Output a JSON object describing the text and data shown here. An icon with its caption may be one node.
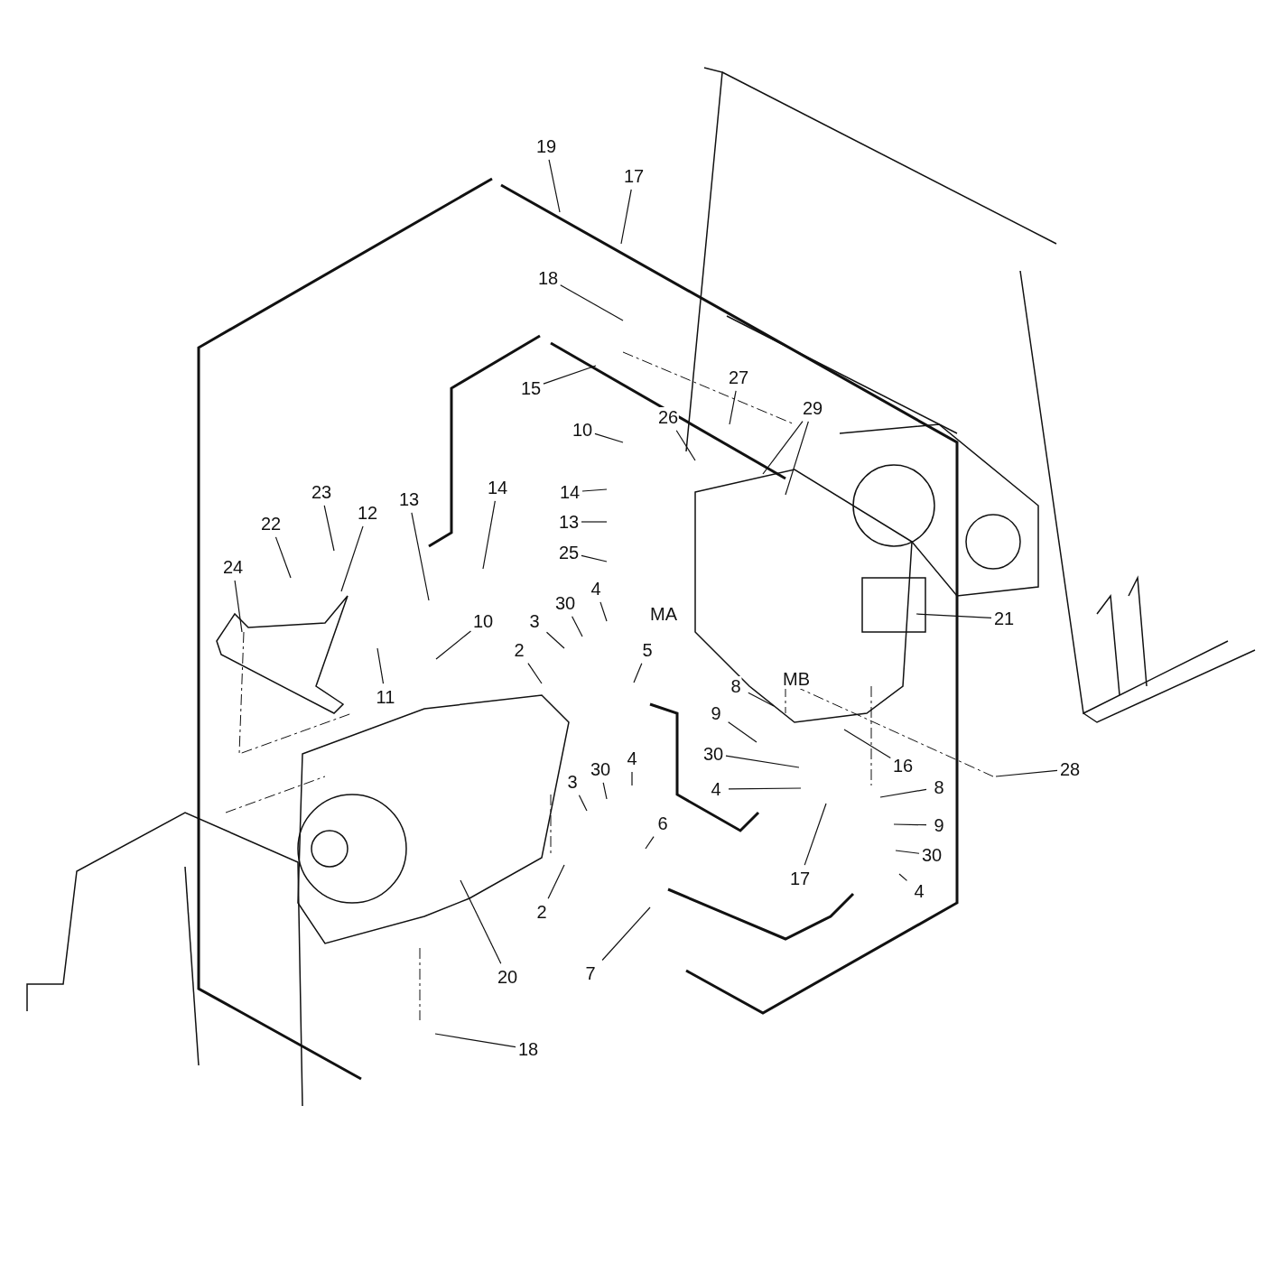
{
  "diagram": {
    "nodes": [
      {
        "text": [
          "19"
        ]
      },
      {
        "text": [
          "17"
        ]
      },
      {
        "text": [
          "18"
        ]
      },
      {
        "text": [
          "15"
        ]
      },
      {
        "text": [
          "10"
        ]
      },
      {
        "text": [
          "26"
        ]
      },
      {
        "text": [
          "27"
        ]
      },
      {
        "text": [
          "29"
        ]
      },
      {
        "text": [
          "23"
        ]
      },
      {
        "text": [
          "22"
        ]
      },
      {
        "text": [
          "12"
        ]
      },
      {
        "text": [
          "13"
        ]
      },
      {
        "text": [
          "14"
        ]
      },
      {
        "text": [
          "24"
        ]
      },
      {
        "text": [
          "14"
        ]
      },
      {
        "text": [
          "13"
        ]
      },
      {
        "text": [
          "25"
        ]
      },
      {
        "text": [
          "30"
        ]
      },
      {
        "text": [
          "4"
        ]
      },
      {
        "text": [
          "3"
        ]
      },
      {
        "text": [
          "2"
        ]
      },
      {
        "text": [
          "5"
        ]
      },
      {
        "text": [
          "10"
        ]
      },
      {
        "text": [
          "11"
        ]
      },
      {
        "text": [
          "21"
        ]
      },
      {
        "text": [
          "8"
        ]
      },
      {
        "text": [
          "9"
        ]
      },
      {
        "text": [
          "30"
        ]
      },
      {
        "text": [
          "4"
        ]
      },
      {
        "text": [
          "16"
        ]
      },
      {
        "text": [
          "17"
        ]
      },
      {
        "text": [
          "8"
        ]
      },
      {
        "text": [
          "9"
        ]
      },
      {
        "text": [
          "30"
        ]
      },
      {
        "text": [
          "4"
        ]
      },
      {
        "text": [
          "28"
        ]
      },
      {
        "text": [
          "30"
        ]
      },
      {
        "text": [
          "4"
        ]
      },
      {
        "text": [
          "3"
        ]
      },
      {
        "text": [
          "6"
        ]
      },
      {
        "text": [
          "2"
        ]
      },
      {
        "text": [
          "20"
        ]
      },
      {
        "text": [
          "7"
        ]
      },
      {
        "text": [
          "18"
        ]
      }
    ],
    "edges": [
      {
        "from": 0,
        "to": null,
        "arrow": "none"
      },
      {
        "from": 1,
        "to": null,
        "arrow": "none"
      },
      {
        "from": 2,
        "to": null,
        "arrow": "none"
      },
      {
        "from": 3,
        "to": null,
        "arrow": "none"
      },
      {
        "from": 4,
        "to": null,
        "arrow": "none"
      },
      {
        "from": 5,
        "to": null,
        "arrow": "none"
      },
      {
        "from": 6,
        "to": null,
        "arrow": "none"
      },
      {
        "from": 7,
        "to": null,
        "arrow": "none"
      },
      {
        "from": 7,
        "to": null,
        "arrow": "none"
      },
      {
        "from": 8,
        "to": null,
        "arrow": "none"
      },
      {
        "from": 9,
        "to": null,
        "arrow": "none"
      },
      {
        "from": 10,
        "to": null,
        "arrow": "none"
      },
      {
        "from": 11,
        "to": null,
        "arrow": "none"
      },
      {
        "from": 12,
        "to": null,
        "arrow": "none"
      },
      {
        "from": 13,
        "to": null,
        "arrow": "none"
      },
      {
        "from": 14,
        "to": null,
        "arrow": "none"
      },
      {
        "from": 15,
        "to": null,
        "arrow": "none"
      },
      {
        "from": 16,
        "to": null,
        "arrow": "none"
      },
      {
        "from": 17,
        "to": null,
        "arrow": "none"
      },
      {
        "from": 18,
        "to": null,
        "arrow": "none"
      },
      {
        "from": 19,
        "to": null,
        "arrow": "none"
      },
      {
        "from": 20,
        "to": null,
        "arrow": "none"
      },
      {
        "from": 21,
        "to": null,
        "arrow": "none"
      },
      {
        "from": 22,
        "to": null,
        "arrow": "none"
      },
      {
        "from": 23,
        "to": null,
        "arrow": "none"
      },
      {
        "from": 24,
        "to": null,
        "arrow": "none"
      },
      {
        "from": 25,
        "to": null,
        "arrow": "none"
      },
      {
        "from": 26,
        "to": null,
        "arrow": "none"
      },
      {
        "from": 27,
        "to": null,
        "arrow": "none"
      },
      {
        "from": 28,
        "to": null,
        "arrow": "none"
      },
      {
        "from": 29,
        "to": null,
        "arrow": "none"
      },
      {
        "from": 30,
        "to": null,
        "arrow": "none"
      },
      {
        "from": 31,
        "to": null,
        "arrow": "none"
      },
      {
        "from": 32,
        "to": null,
        "arrow": "none"
      },
      {
        "from": 33,
        "to": null,
        "arrow": "none"
      },
      {
        "from": 34,
        "to": null,
        "arrow": "none"
      },
      {
        "from": 35,
        "to": null,
        "arrow": "none"
      },
      {
        "from": 36,
        "to": null,
        "arrow": "none"
      },
      {
        "from": 37,
        "to": null,
        "arrow": "none"
      },
      {
        "from": 38,
        "to": null,
        "arrow": "none"
      },
      {
        "from": 39,
        "to": null,
        "arrow": "none"
      },
      {
        "from": 40,
        "to": null,
        "arrow": "none"
      },
      {
        "from": 41,
        "to": null,
        "arrow": "none"
      },
      {
        "from": 42,
        "to": null,
        "arrow": "none"
      },
      {
        "from": 43,
        "to": null,
        "arrow": "none"
      }
    ],
    "labels": [
      "MA",
      "MB"
    ]
  }
}
